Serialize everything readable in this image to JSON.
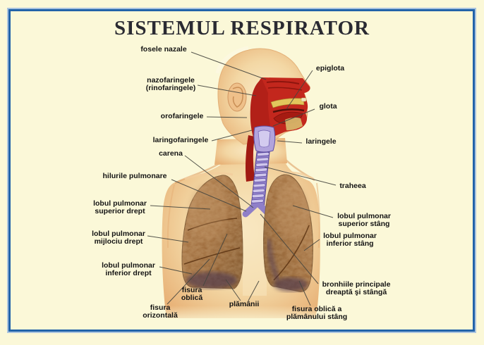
{
  "title": "SISTEMUL RESPIRATOR",
  "colors": {
    "background": "#FBF8D8",
    "frame_blue": "#2263A9",
    "frame_light_blue": "#A9C3DF",
    "title_text": "#2A2A32",
    "label_text": "#141414",
    "leader_line": "#45453E",
    "skin": "#F3D7A4",
    "cavity_red": "#C3271D",
    "trachea_purple": "#8F7FC8",
    "lung_brown": "#9A6434"
  },
  "labels": [
    {
      "id": "fosele-nazale",
      "text": "fosele nazale"
    },
    {
      "id": "nazofaringele",
      "text": "nazofaringele\n(rinofaringele)"
    },
    {
      "id": "orofaringele",
      "text": "orofaringele"
    },
    {
      "id": "laringofaringele",
      "text": "laringofaringele"
    },
    {
      "id": "carena",
      "text": "carena"
    },
    {
      "id": "hilurile-pulmonare",
      "text": "hilurile pulmonare"
    },
    {
      "id": "lobul-pulmonar-superior-drept",
      "text": "lobul pulmonar\nsuperior drept"
    },
    {
      "id": "lobul-pulmonar-mijlociu-drept",
      "text": "lobul pulmonar\nmijlociu drept"
    },
    {
      "id": "lobul-pulmonar-inferior-drept",
      "text": "lobul pulmonar\ninferior drept"
    },
    {
      "id": "fisura-oblica",
      "text": "fisura\noblică"
    },
    {
      "id": "fisura-orizontala",
      "text": "fisura\norizontală"
    },
    {
      "id": "plamanii",
      "text": "plămânii"
    },
    {
      "id": "epiglota",
      "text": "epiglota"
    },
    {
      "id": "glota",
      "text": "glota"
    },
    {
      "id": "laringele",
      "text": "laringele"
    },
    {
      "id": "traheea",
      "text": "traheea"
    },
    {
      "id": "lobul-pulmonar-superior-stang",
      "text": "lobul pulmonar\nsuperior stâng"
    },
    {
      "id": "lobul-pulmonar-inferior-stang",
      "text": "lobul pulmonar\ninferior stâng"
    },
    {
      "id": "bronhiile-principale",
      "text": "bronhiile principale\ndreaptă şi stângă"
    },
    {
      "id": "fisura-oblica-plamanului-stang",
      "text": "fisura oblică a\nplămânului stâng"
    }
  ]
}
